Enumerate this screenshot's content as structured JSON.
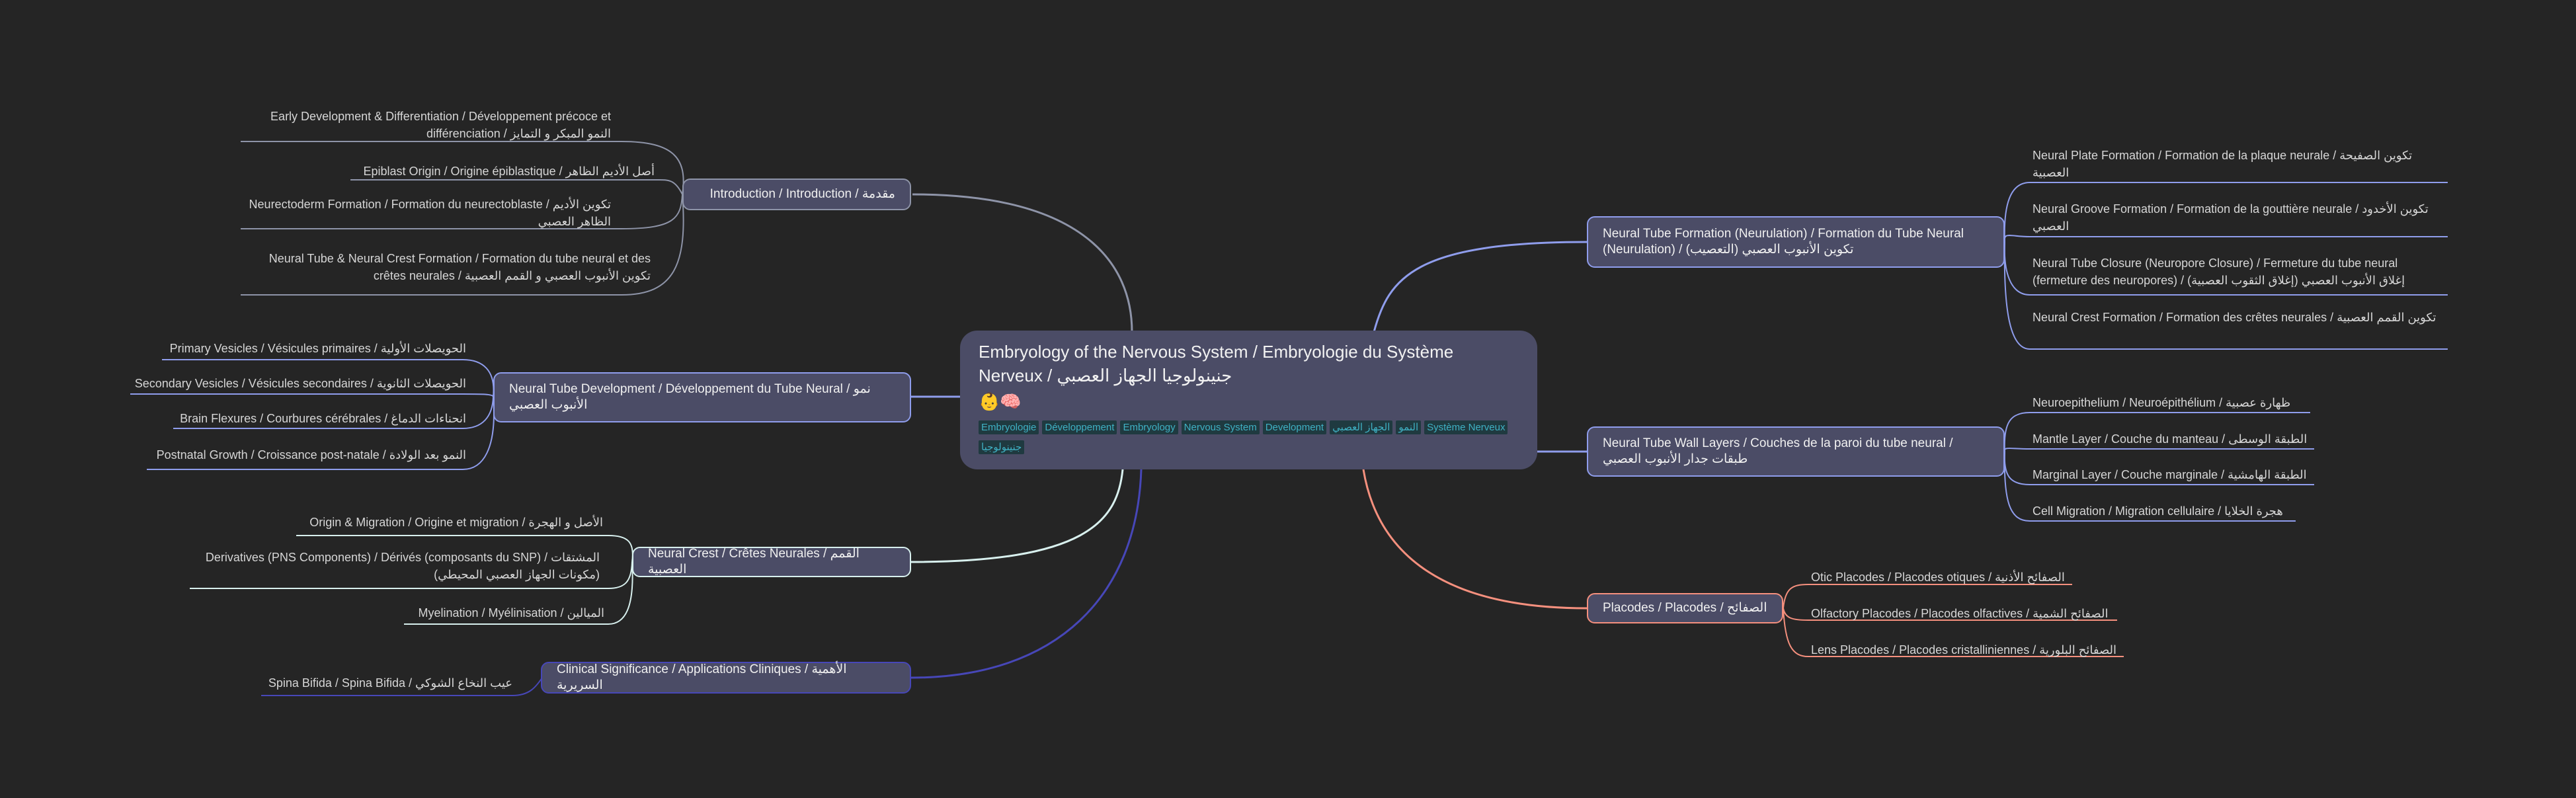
{
  "center": {
    "title_line1": "Embryology of the Nervous System / Embryologie du Système",
    "title_line2": "Nerveux / جنينولوجيا الجهاز العصبي",
    "emoji": "👶🧠",
    "tags": [
      "Embryologie",
      "Développement",
      "Embryology",
      "Nervous System",
      "Development",
      "الجهاز العصبي",
      "النمو",
      "Système Nerveux",
      "جنينولوجيا"
    ]
  },
  "branches": {
    "intro": {
      "label": "Introduction / Introduction / مقدمة",
      "leaves": [
        "Early Development & Differentiation / Développement précoce et différenciation / النمو المبكر و التمايز",
        "Epiblast Origin / Origine épiblastique / أصل الأديم الظاهر",
        "Neurectoderm Formation / Formation du neurectoblaste / تكوين الأديم الظاهر العصبي",
        "Neural Tube & Neural Crest Formation / Formation du tube neural et des crêtes neurales / تكوين الأنبوب العصبي و القمم العصبية"
      ]
    },
    "ntdev": {
      "label": "Neural Tube Development / Développement du Tube Neural / نمو الأنبوب العصبي",
      "leaves": [
        "Primary Vesicles / Vésicules primaires / الحويصلات الأولية",
        "Secondary Vesicles / Vésicules secondaires / الحويصلات الثانوية",
        "Brain Flexures / Courbures cérébrales / انحناءات الدماغ",
        "Postnatal Growth / Croissance post-natale / النمو بعد الولادة"
      ]
    },
    "crest": {
      "label": "Neural Crest / Crêtes Neurales / القمم العصبية",
      "leaves": [
        "Origin & Migration / Origine et migration / الأصل و الهجرة",
        "Derivatives (PNS Components) / Dérivés (composants du SNP) / المشتقات (مكونات الجهاز العصبي المحيطي)",
        "Myelination / Myélinisation / الميالين"
      ]
    },
    "clinical": {
      "label": "Clinical Significance / Applications Cliniques / الأهمية السريرية",
      "leaves": [
        "Spina Bifida / Spina Bifida / عيب النخاع الشوكي"
      ]
    },
    "ntform": {
      "label": "Neural Tube Formation (Neurulation) / Formation du Tube Neural (Neurulation) / تكوين الأنبوب العصبي (التعصيب)",
      "leaves": [
        "Neural Plate Formation / Formation de la plaque neurale / تكوين الصفيحة العصبية",
        "Neural Groove Formation / Formation de la gouttière neurale / تكوين الأخدود العصبي",
        "Neural Tube Closure (Neuropore Closure) / Fermeture du tube neural (fermeture des neuropores) / إغلاق الأنبوب العصبي (إغلاق الثقوب العصبية)",
        "Neural Crest Formation / Formation des crêtes neurales / تكوين القمم العصبية"
      ]
    },
    "layers": {
      "label": "Neural Tube Wall Layers / Couches de la paroi du tube neural / طبقات جدار الأنبوب العصبي",
      "leaves": [
        "Neuroepithelium / Neuroépithélium / ظهارة عصبية",
        "Mantle Layer / Couche du manteau / الطبقة الوسطى",
        "Marginal Layer / Couche marginale / الطبقة الهامشية",
        "Cell Migration / Migration cellulaire / هجرة الخلايا"
      ]
    },
    "placodes": {
      "label": "Placodes / Placodes / الصفائح",
      "leaves": [
        "Otic Placodes / Placodes otiques / الصفائح الأذنية",
        "Olfactory Placodes / Placodes olfactives / الصفائح الشمية",
        "Lens Placodes / Placodes cristalliniennes / الصفائح البلورية"
      ]
    }
  },
  "colors": {
    "background": "#252525",
    "node_fill": "#4b4c66",
    "edge_intro": "#8e94a8",
    "edge_blue": "#8f9dec",
    "edge_crest": "#d8f0ee",
    "edge_clinical": "#4747b8",
    "edge_placodes": "#f5907e",
    "tag_text": "#3fb1c4"
  }
}
